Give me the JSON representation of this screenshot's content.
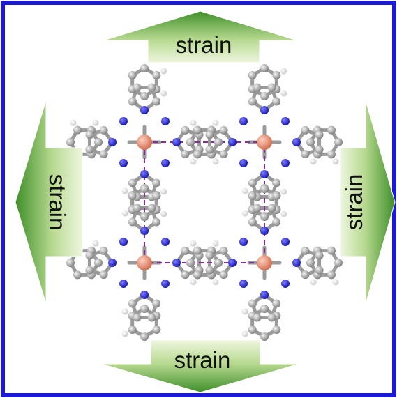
{
  "arrows": {
    "top": "strain",
    "bottom": "strain",
    "left": "strain",
    "right": "strain"
  },
  "colors": {
    "border": "#1a1ad6",
    "arrow_dark": "#3f8f2a",
    "arrow_light": "#e6f2cf",
    "carbon": "#a9a9a9",
    "nitrogen": "#2626d9",
    "hydrogen": "#f2f2f2",
    "metal": "#e8876b",
    "cell_line": "#8a2a9a"
  }
}
